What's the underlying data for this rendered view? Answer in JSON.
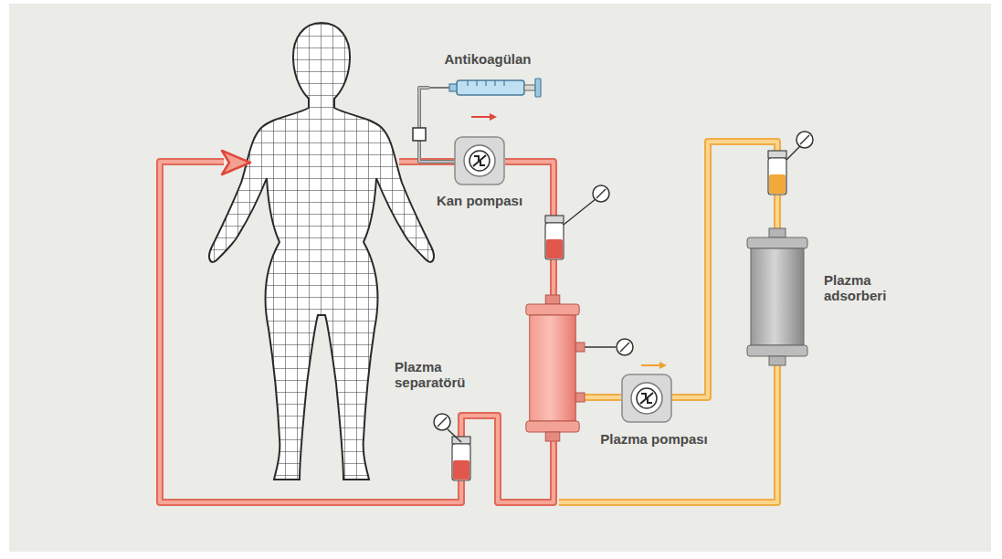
{
  "diagram": {
    "nodes": [
      {
        "text": [
          "Antikoagülan"
        ]
      },
      {
        "text": [
          "Kan pompası"
        ]
      },
      {
        "text": [
          "Plazma separatörü"
        ]
      },
      {
        "text": [
          "Plazma pompası"
        ]
      },
      {
        "text": [
          "Plazma adsorberi"
        ]
      }
    ],
    "edges": [
      {
        "from": 0,
        "to": 1,
        "arrow": "none"
      },
      {
        "from": 1,
        "to": 2,
        "arrow": "none"
      },
      {
        "from": 2,
        "to": 3,
        "arrow": "none"
      },
      {
        "from": 3,
        "to": 4,
        "arrow": "none"
      }
    ]
  }
}
